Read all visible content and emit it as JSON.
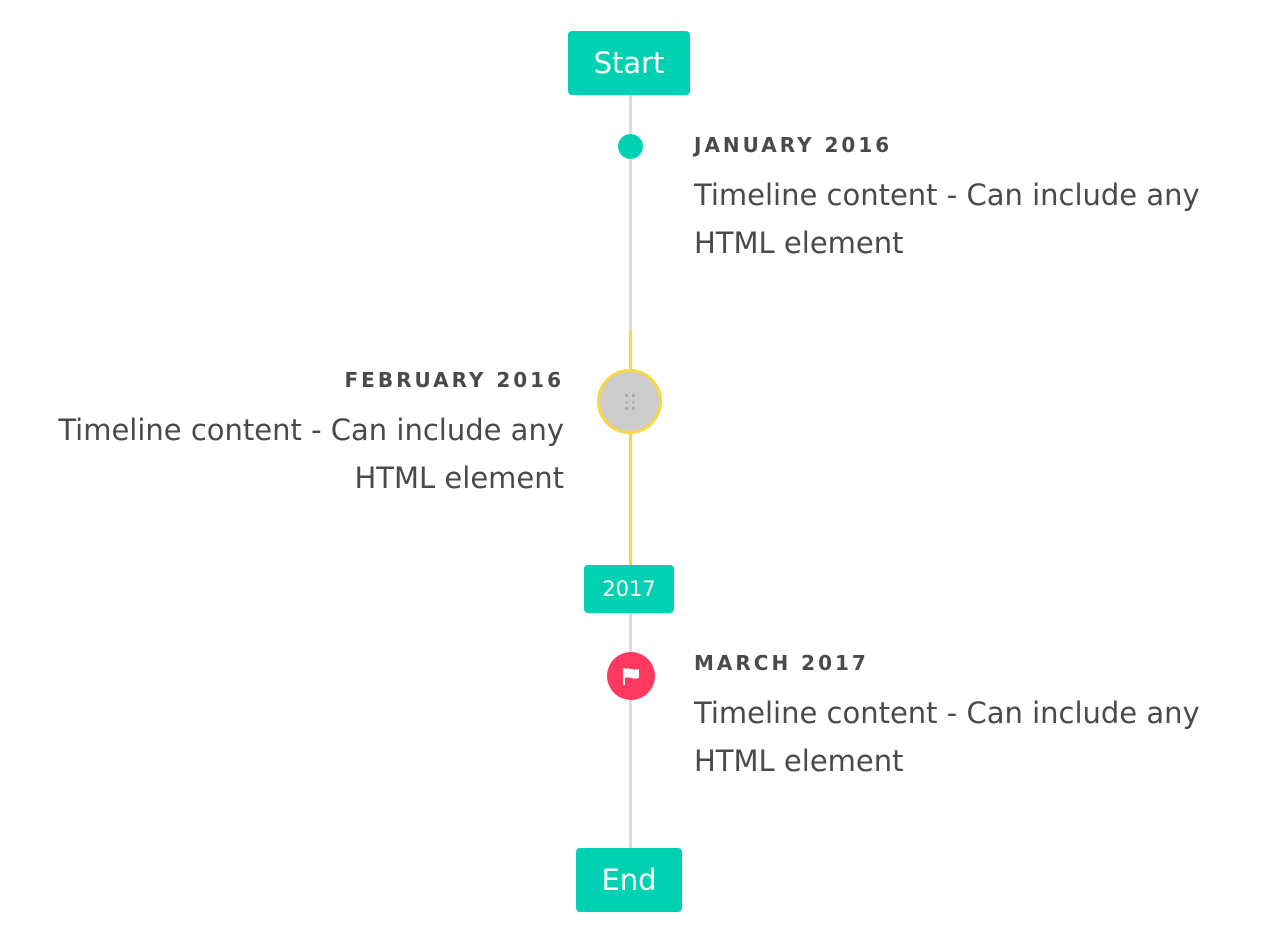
{
  "timeline": {
    "start_label": "Start",
    "end_label": "End",
    "year_label": "2017",
    "items": [
      {
        "heading": "JANUARY 2016",
        "content": "Timeline content - Can include any HTML element",
        "side": "right",
        "marker": "dot"
      },
      {
        "heading": "FEBRUARY 2016",
        "content": "Timeline content - Can include any HTML element",
        "side": "left",
        "marker": "image"
      },
      {
        "heading": "MARCH 2017",
        "content": "Timeline content - Can include any HTML element",
        "side": "right",
        "marker": "flag-icon"
      }
    ]
  },
  "colors": {
    "primary": "#00d1b2",
    "warning": "#f9d73f",
    "danger": "#ff3860",
    "line": "#dcdcdc",
    "text": "#4a4a4a",
    "marker_image_bg": "#cccccc"
  }
}
